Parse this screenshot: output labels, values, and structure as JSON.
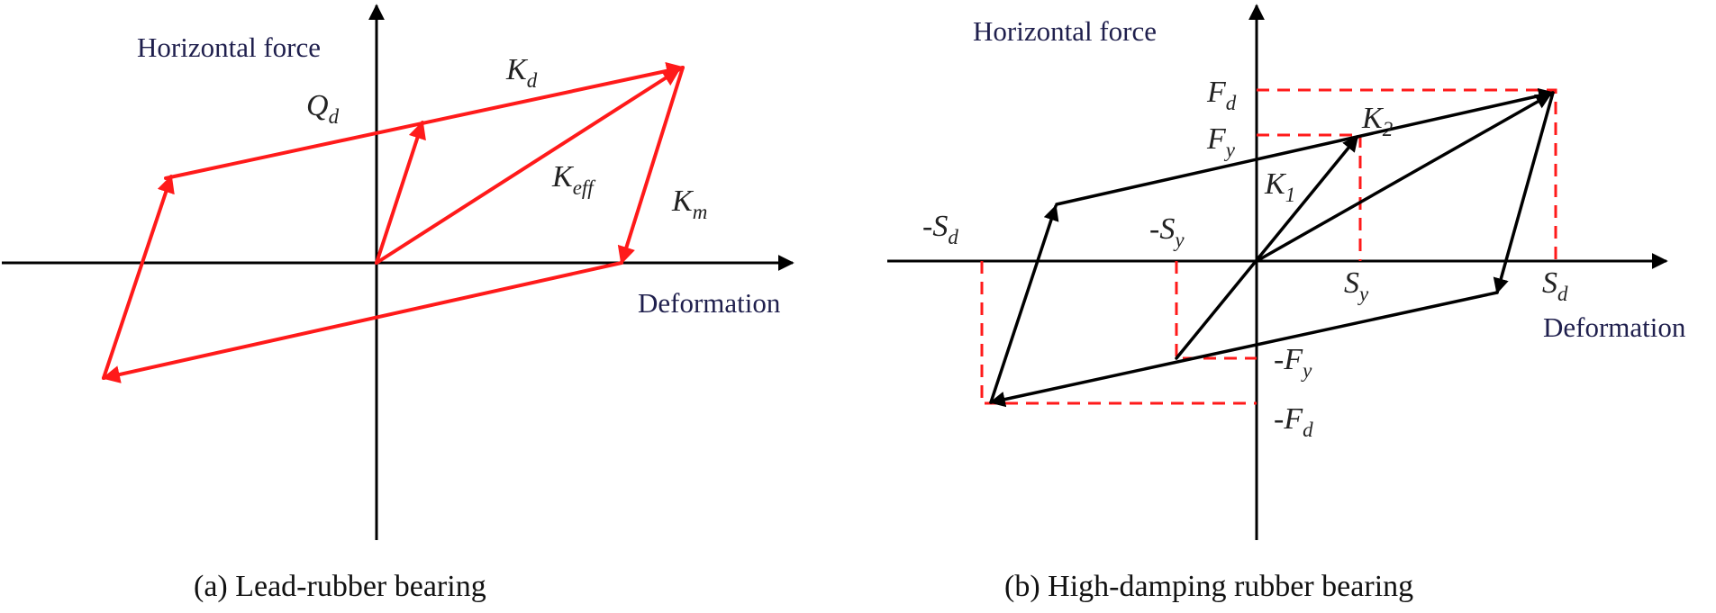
{
  "colors": {
    "axis": "#000000",
    "curve_a": "#ff1a1a",
    "curve_b": "#000000",
    "guide": "#ff1a1a",
    "axis_title": "#1f1f4d"
  },
  "panel_a": {
    "caption": "(a) Lead-rubber bearing",
    "y_axis_title": "Horizontal force",
    "x_axis_title": "Deformation",
    "labels": {
      "qd": {
        "main": "Q",
        "sub": "d"
      },
      "kd": {
        "main": "K",
        "sub": "d"
      },
      "keff": {
        "main": "K",
        "sub": "eff"
      },
      "km": {
        "main": "K",
        "sub": "m"
      }
    }
  },
  "panel_b": {
    "caption": "(b) High-damping rubber bearing",
    "y_axis_title": "Horizontal force",
    "x_axis_title": "Deformation",
    "labels": {
      "fd": {
        "main": "F",
        "sub": "d"
      },
      "fy": {
        "main": "F",
        "sub": "y"
      },
      "k1": {
        "main": "K",
        "sub": "1"
      },
      "k2": {
        "main": "K",
        "sub": "2"
      },
      "neg_sd": {
        "main": "-S",
        "sub": "d"
      },
      "neg_sy": {
        "main": "-S",
        "sub": "y"
      },
      "sy": {
        "main": "S",
        "sub": "y"
      },
      "sd": {
        "main": "S",
        "sub": "d"
      },
      "neg_fy": {
        "main": "-F",
        "sub": "y"
      },
      "neg_fd": {
        "main": "-F",
        "sub": "d"
      }
    }
  }
}
